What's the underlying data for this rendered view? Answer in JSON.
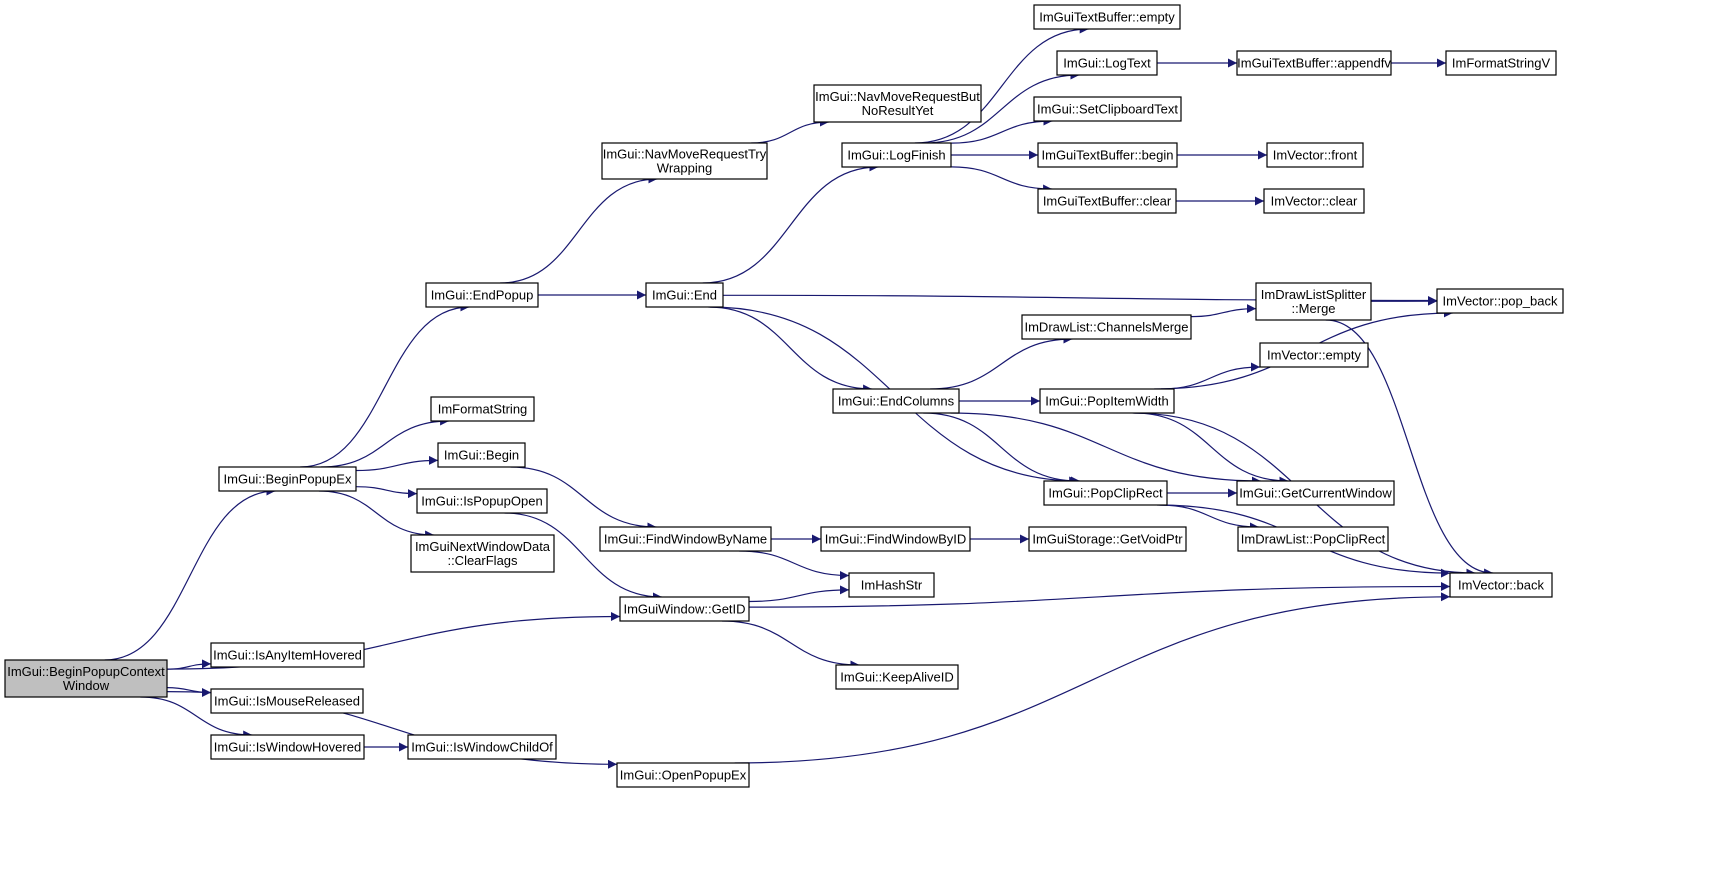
{
  "colors": {
    "edge": "#191970",
    "node_border": "#000000",
    "root_fill": "#bfbfbf",
    "node_fill": "#ffffff"
  },
  "nodes": [
    {
      "id": "n0",
      "lines": [
        "ImGui::BeginPopupContext",
        "Window"
      ],
      "root": true
    },
    {
      "id": "n1",
      "lines": [
        "ImGui::BeginPopupEx"
      ]
    },
    {
      "id": "n2",
      "lines": [
        "ImGui::EndPopup"
      ]
    },
    {
      "id": "n3",
      "lines": [
        "ImGui::NavMoveRequestTry",
        "Wrapping"
      ]
    },
    {
      "id": "n4",
      "lines": [
        "ImGui::NavMoveRequestBut",
        "NoResultYet"
      ]
    },
    {
      "id": "n5",
      "lines": [
        "ImGui::End"
      ]
    },
    {
      "id": "n6",
      "lines": [
        "ImGui::LogFinish"
      ]
    },
    {
      "id": "n7",
      "lines": [
        "ImGuiTextBuffer::empty"
      ]
    },
    {
      "id": "n8",
      "lines": [
        "ImGui::LogText"
      ]
    },
    {
      "id": "n9",
      "lines": [
        "ImGuiTextBuffer::appendfv"
      ]
    },
    {
      "id": "n10",
      "lines": [
        "ImFormatStringV"
      ]
    },
    {
      "id": "n11",
      "lines": [
        "ImGui::SetClipboardText"
      ]
    },
    {
      "id": "n12",
      "lines": [
        "ImGuiTextBuffer::begin"
      ]
    },
    {
      "id": "n13",
      "lines": [
        "ImVector::front"
      ]
    },
    {
      "id": "n14",
      "lines": [
        "ImGuiTextBuffer::clear"
      ]
    },
    {
      "id": "n15",
      "lines": [
        "ImVector::clear"
      ]
    },
    {
      "id": "n16",
      "lines": [
        "ImVector::pop_back"
      ]
    },
    {
      "id": "n17",
      "lines": [
        "ImDrawListSplitter",
        "::Merge"
      ]
    },
    {
      "id": "n18",
      "lines": [
        "ImDrawList::ChannelsMerge"
      ]
    },
    {
      "id": "n19",
      "lines": [
        "ImGui::EndColumns"
      ]
    },
    {
      "id": "n20",
      "lines": [
        "ImVector::empty"
      ]
    },
    {
      "id": "n21",
      "lines": [
        "ImGui::PopItemWidth"
      ]
    },
    {
      "id": "n22",
      "lines": [
        "ImGui::GetCurrentWindow"
      ]
    },
    {
      "id": "n23",
      "lines": [
        "ImGui::PopClipRect"
      ]
    },
    {
      "id": "n24",
      "lines": [
        "ImDrawList::PopClipRect"
      ]
    },
    {
      "id": "n25",
      "lines": [
        "ImVector::back"
      ]
    },
    {
      "id": "n26",
      "lines": [
        "ImFormatString"
      ]
    },
    {
      "id": "n27",
      "lines": [
        "ImGui::Begin"
      ]
    },
    {
      "id": "n28",
      "lines": [
        "ImGui::IsPopupOpen"
      ]
    },
    {
      "id": "n29",
      "lines": [
        "ImGuiNextWindowData",
        "::ClearFlags"
      ]
    },
    {
      "id": "n30",
      "lines": [
        "ImGui::FindWindowByName"
      ]
    },
    {
      "id": "n31",
      "lines": [
        "ImGui::FindWindowByID"
      ]
    },
    {
      "id": "n32",
      "lines": [
        "ImGuiStorage::GetVoidPtr"
      ]
    },
    {
      "id": "n33",
      "lines": [
        "ImHashStr"
      ]
    },
    {
      "id": "n34",
      "lines": [
        "ImGuiWindow::GetID"
      ]
    },
    {
      "id": "n35",
      "lines": [
        "ImGui::KeepAliveID"
      ]
    },
    {
      "id": "n36",
      "lines": [
        "ImGui::IsAnyItemHovered"
      ]
    },
    {
      "id": "n37",
      "lines": [
        "ImGui::IsMouseReleased"
      ]
    },
    {
      "id": "n38",
      "lines": [
        "ImGui::IsWindowHovered"
      ]
    },
    {
      "id": "n39",
      "lines": [
        "ImGui::IsWindowChildOf"
      ]
    },
    {
      "id": "n40",
      "lines": [
        "ImGui::OpenPopupEx"
      ]
    }
  ],
  "edges": [
    [
      "n0",
      "n1"
    ],
    [
      "n0",
      "n34"
    ],
    [
      "n0",
      "n36"
    ],
    [
      "n0",
      "n37"
    ],
    [
      "n0",
      "n38"
    ],
    [
      "n0",
      "n40"
    ],
    [
      "n1",
      "n2"
    ],
    [
      "n1",
      "n26"
    ],
    [
      "n1",
      "n27"
    ],
    [
      "n1",
      "n28"
    ],
    [
      "n1",
      "n29"
    ],
    [
      "n2",
      "n3"
    ],
    [
      "n2",
      "n5"
    ],
    [
      "n3",
      "n4"
    ],
    [
      "n5",
      "n6"
    ],
    [
      "n5",
      "n16"
    ],
    [
      "n5",
      "n19"
    ],
    [
      "n5",
      "n23"
    ],
    [
      "n6",
      "n7"
    ],
    [
      "n6",
      "n8"
    ],
    [
      "n6",
      "n11"
    ],
    [
      "n6",
      "n12"
    ],
    [
      "n6",
      "n14"
    ],
    [
      "n8",
      "n9"
    ],
    [
      "n9",
      "n10"
    ],
    [
      "n12",
      "n13"
    ],
    [
      "n14",
      "n15"
    ],
    [
      "n19",
      "n18"
    ],
    [
      "n19",
      "n21"
    ],
    [
      "n19",
      "n22"
    ],
    [
      "n19",
      "n23"
    ],
    [
      "n18",
      "n17"
    ],
    [
      "n17",
      "n16"
    ],
    [
      "n17",
      "n25"
    ],
    [
      "n21",
      "n20"
    ],
    [
      "n21",
      "n16"
    ],
    [
      "n21",
      "n22"
    ],
    [
      "n21",
      "n25"
    ],
    [
      "n23",
      "n22"
    ],
    [
      "n23",
      "n24"
    ],
    [
      "n23",
      "n25"
    ],
    [
      "n27",
      "n30"
    ],
    [
      "n28",
      "n34"
    ],
    [
      "n30",
      "n31"
    ],
    [
      "n30",
      "n33"
    ],
    [
      "n31",
      "n32"
    ],
    [
      "n34",
      "n33"
    ],
    [
      "n34",
      "n25"
    ],
    [
      "n34",
      "n35"
    ],
    [
      "n38",
      "n39"
    ],
    [
      "n40",
      "n25"
    ]
  ]
}
